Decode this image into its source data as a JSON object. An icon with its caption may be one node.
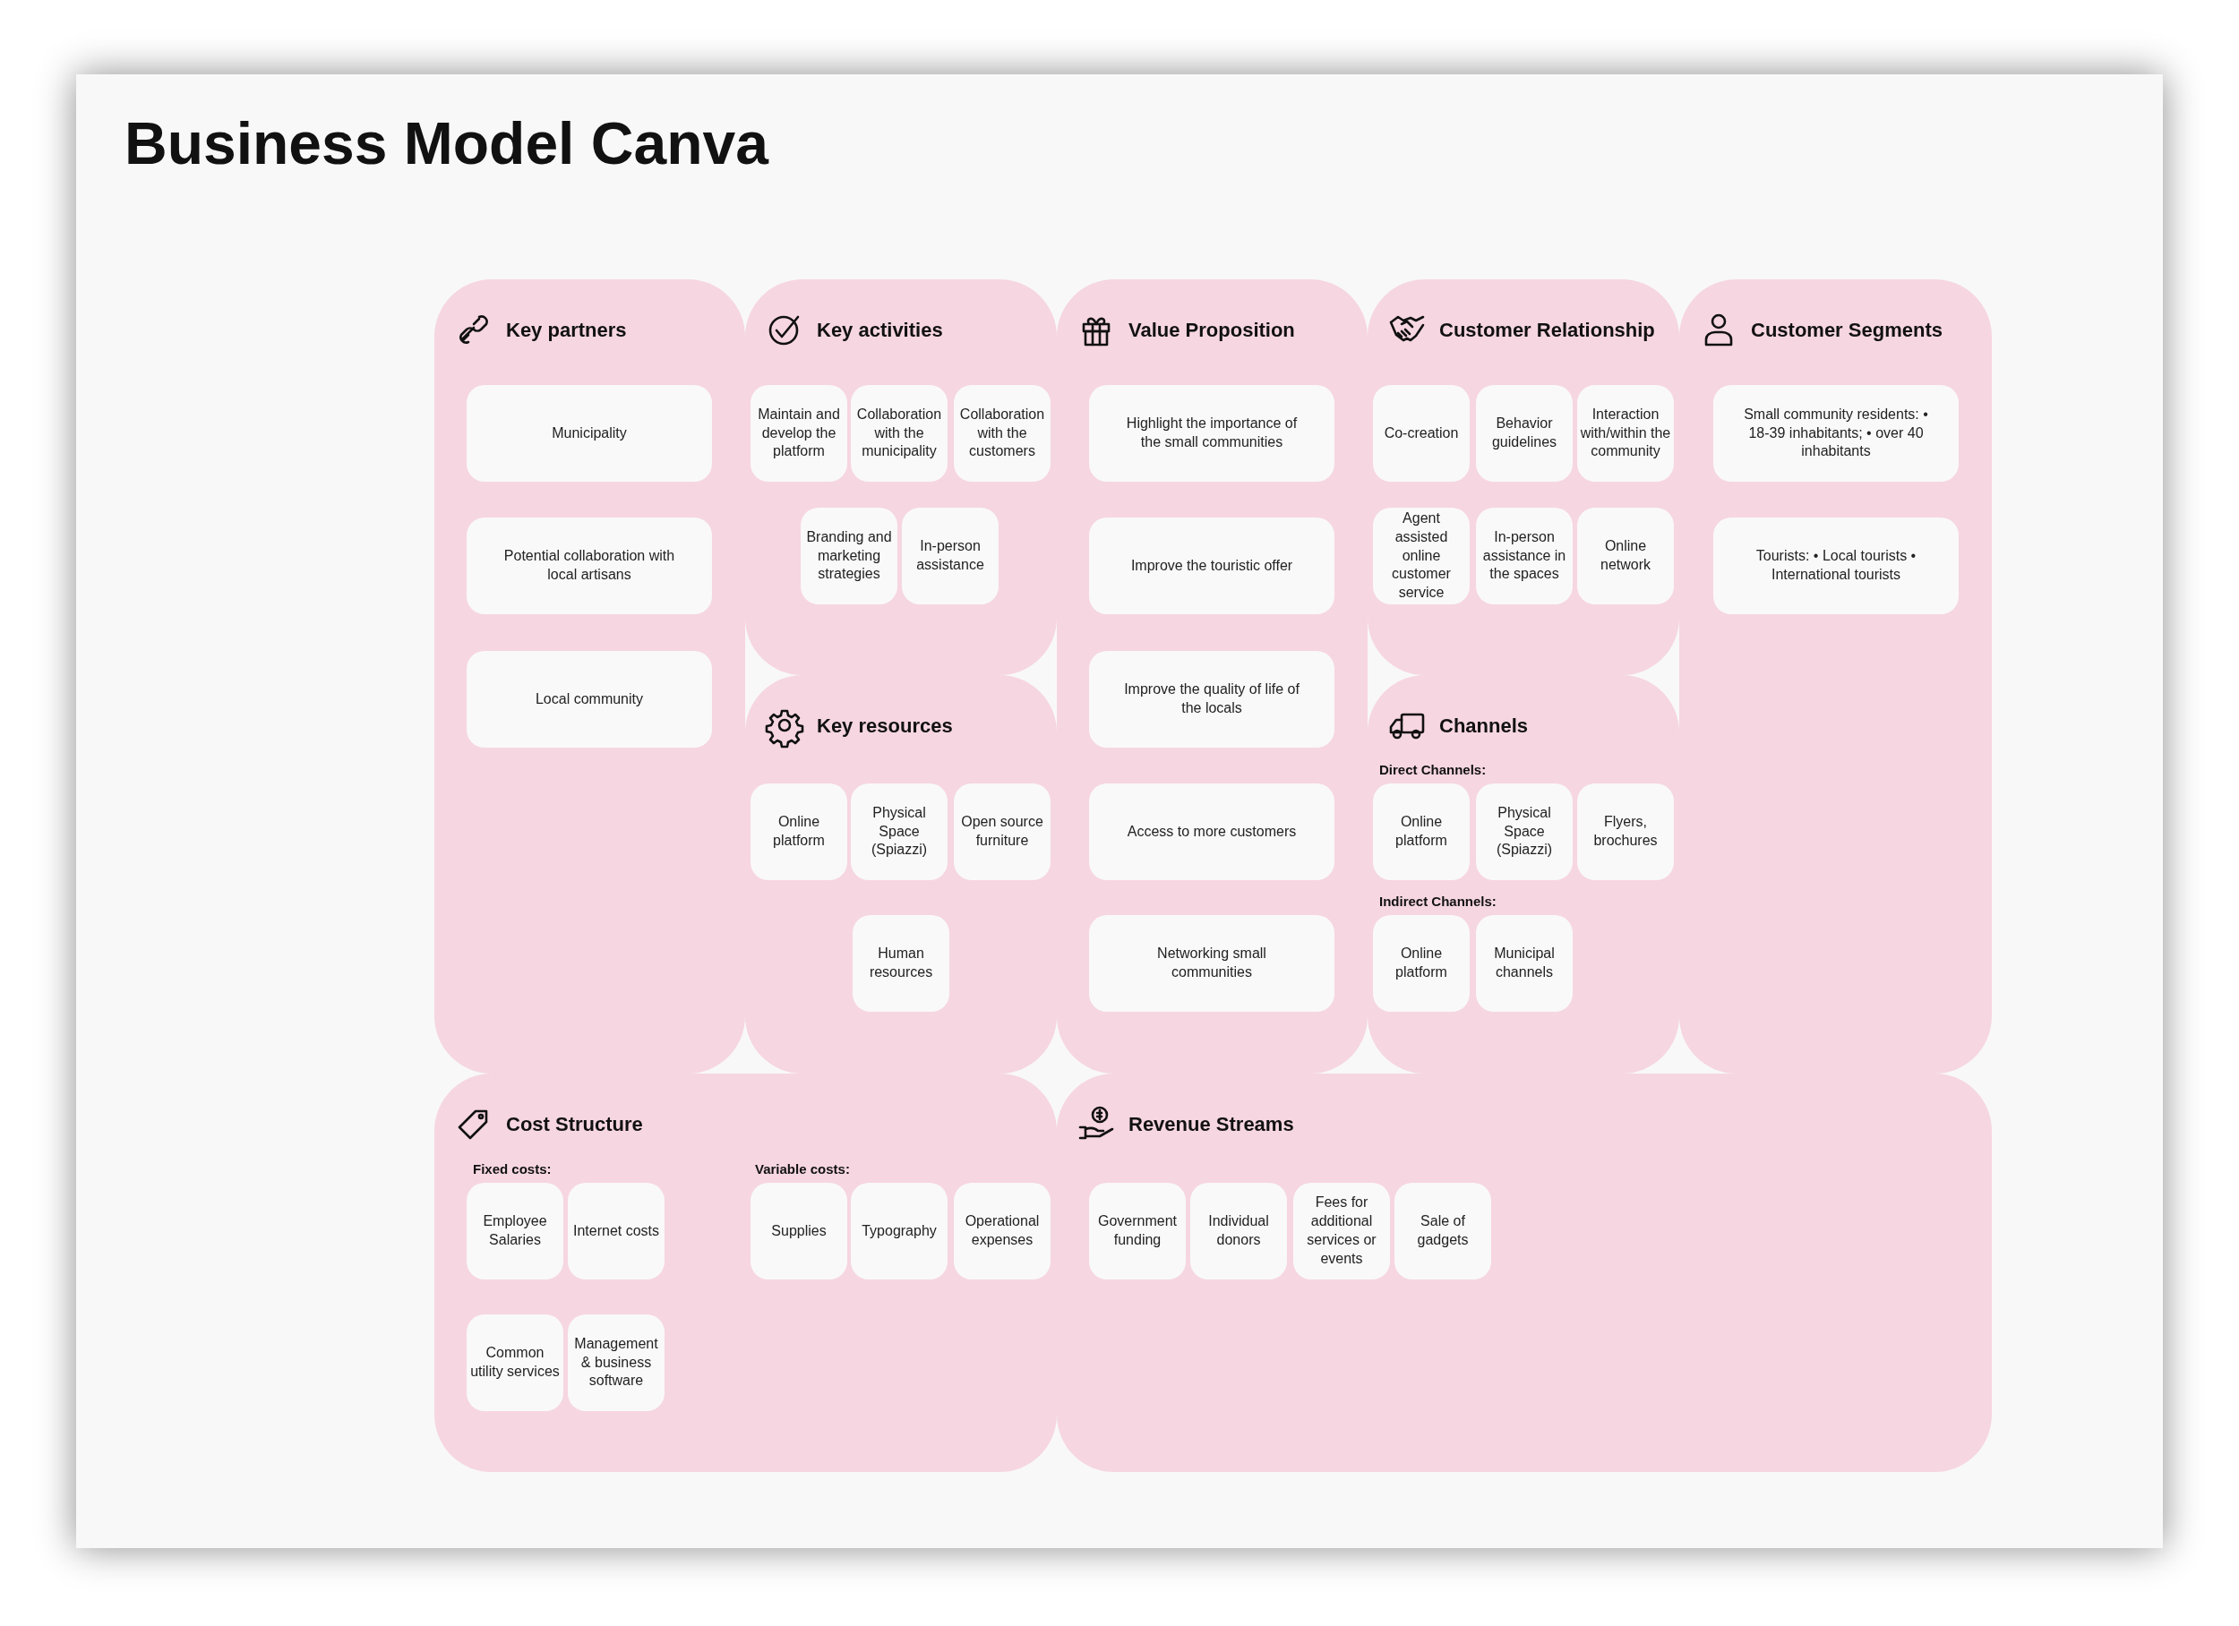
{
  "diagram": {
    "title": "Business Model Canva",
    "nodes": [
      {
        "text": [
          "Key partners"
        ]
      },
      {
        "text": [
          "Municipality"
        ],
        "in": 0
      },
      {
        "text": [
          "Potential collaboration with local artisans"
        ],
        "in": 0
      },
      {
        "text": [
          "Local community"
        ],
        "in": 0
      },
      {
        "text": [
          "Key activities"
        ]
      },
      {
        "text": [
          "Maintain and develop the platform"
        ],
        "in": 4
      },
      {
        "text": [
          "Collaboration with the municipality"
        ],
        "in": 4
      },
      {
        "text": [
          "Collaboration with the customers"
        ],
        "in": 4
      },
      {
        "text": [
          "Branding and marketing strategies"
        ],
        "in": 4
      },
      {
        "text": [
          "In-person assistance"
        ],
        "in": 4
      },
      {
        "text": [
          "Key resources"
        ]
      },
      {
        "text": [
          "Online platform"
        ],
        "in": 10
      },
      {
        "text": [
          "Physical Space (Spiazzi)"
        ],
        "in": 10
      },
      {
        "text": [
          "Open source furniture"
        ],
        "in": 10
      },
      {
        "text": [
          "Human resources"
        ],
        "in": 10
      },
      {
        "text": [
          "Value Proposition"
        ]
      },
      {
        "text": [
          "Highlight the importance of the small communities"
        ],
        "in": 15
      },
      {
        "text": [
          "Improve the touristic offer"
        ],
        "in": 15
      },
      {
        "text": [
          "Improve the quality of life of the locals"
        ],
        "in": 15
      },
      {
        "text": [
          "Access to more customers"
        ],
        "in": 15
      },
      {
        "text": [
          "Networking small communities"
        ],
        "in": 15
      },
      {
        "text": [
          "Customer Relationship"
        ]
      },
      {
        "text": [
          "Co-creation"
        ],
        "in": 21
      },
      {
        "text": [
          "Behavior guidelines"
        ],
        "in": 21
      },
      {
        "text": [
          "Interaction with/within the community"
        ],
        "in": 21
      },
      {
        "text": [
          "Agent assisted online customer service"
        ],
        "in": 21
      },
      {
        "text": [
          "In-person assistance in the spaces"
        ],
        "in": 21
      },
      {
        "text": [
          "Online network"
        ],
        "in": 21
      },
      {
        "text": [
          "Channels",
          "Direct Channels:",
          "Indirect Channels:"
        ]
      },
      {
        "text": [
          "Online platform"
        ],
        "in": 28
      },
      {
        "text": [
          "Physical Space (Spiazzi)"
        ],
        "in": 28
      },
      {
        "text": [
          "Flyers, brochures"
        ],
        "in": 28
      },
      {
        "text": [
          "Online platform"
        ],
        "in": 28
      },
      {
        "text": [
          "Municipal channels"
        ],
        "in": 28
      },
      {
        "text": [
          "Customer Segments"
        ]
      },
      {
        "text": [
          "Small community residents: • 18-39 inhabitants; • over 40 inhabitants"
        ],
        "in": 34
      },
      {
        "text": [
          "Tourists: • Local tourists • International tourists"
        ],
        "in": 34
      },
      {
        "text": [
          "Cost Structure",
          "Fixed costs:",
          "Variable costs:"
        ]
      },
      {
        "text": [
          "Employee Salaries"
        ],
        "in": 37
      },
      {
        "text": [
          "Internet costs"
        ],
        "in": 37
      },
      {
        "text": [
          "Common utility services"
        ],
        "in": 37
      },
      {
        "text": [
          "Management & business software"
        ],
        "in": 37
      },
      {
        "text": [
          "Supplies"
        ],
        "in": 37
      },
      {
        "text": [
          "Typography"
        ],
        "in": 37
      },
      {
        "text": [
          "Operational expenses"
        ],
        "in": 37
      },
      {
        "text": [
          "Revenue Streams"
        ]
      },
      {
        "text": [
          "Government funding"
        ],
        "in": 45
      },
      {
        "text": [
          "Individual donors"
        ],
        "in": 45
      },
      {
        "text": [
          "Fees for additional services or events"
        ],
        "in": 45
      },
      {
        "text": [
          "Sale of gadgets"
        ],
        "in": 45
      }
    ]
  }
}
